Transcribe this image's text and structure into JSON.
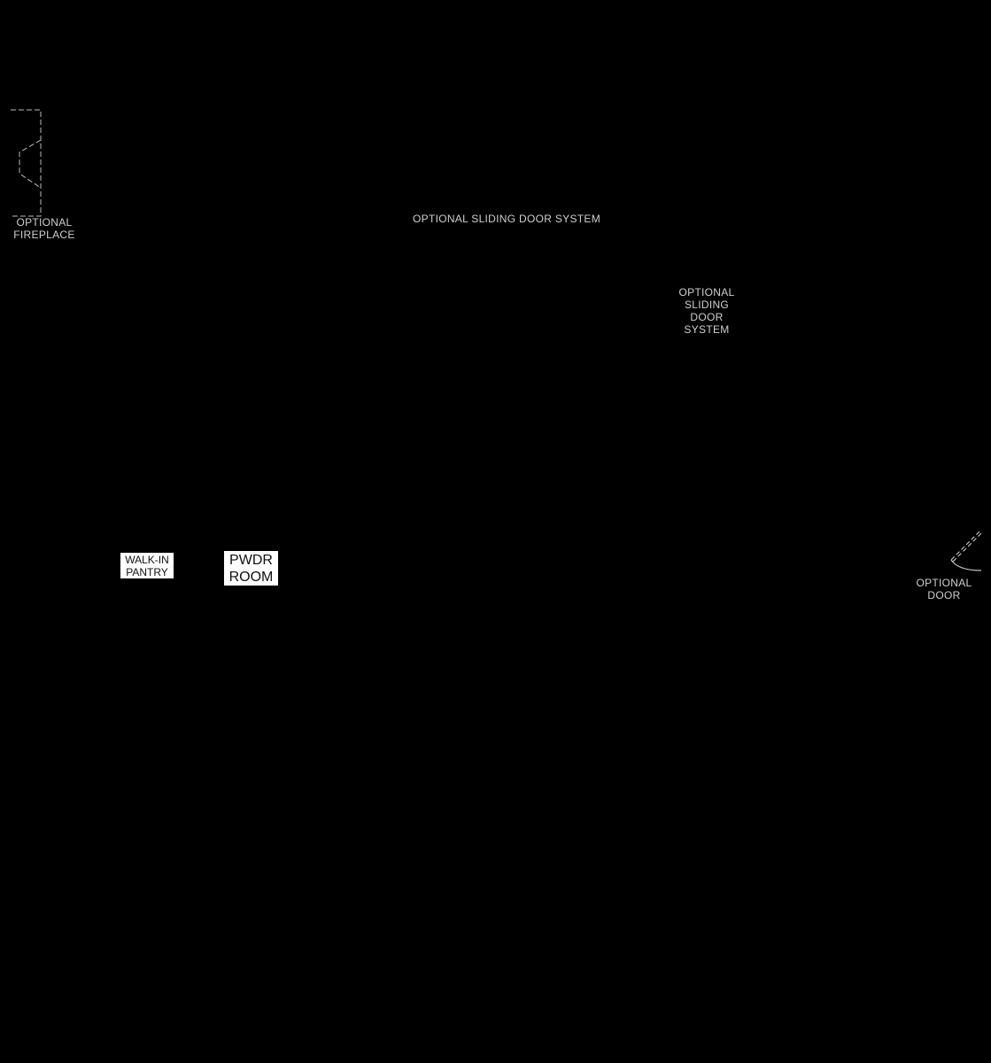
{
  "plan": {
    "background_color": "#000000",
    "label_color": "#cfcfcf",
    "symbol_stroke_color": "#bdbdbd"
  },
  "labels": {
    "fireplace": [
      "OPTIONAL",
      "FIREPLACE"
    ],
    "sliding_door_top": "OPTIONAL SLIDING DOOR SYSTEM",
    "sliding_door_right": [
      "OPTIONAL",
      "SLIDING",
      "DOOR",
      "SYSTEM"
    ],
    "door": [
      "OPTIONAL",
      "DOOR"
    ]
  },
  "room_tags": {
    "pantry": [
      "WALK-IN",
      "PANTRY"
    ],
    "powder_room": [
      "PWDR",
      "ROOM"
    ]
  },
  "symbols": {
    "fireplace": "dashed-fireplace-outline",
    "door": "dashed-door-swing-arc"
  }
}
